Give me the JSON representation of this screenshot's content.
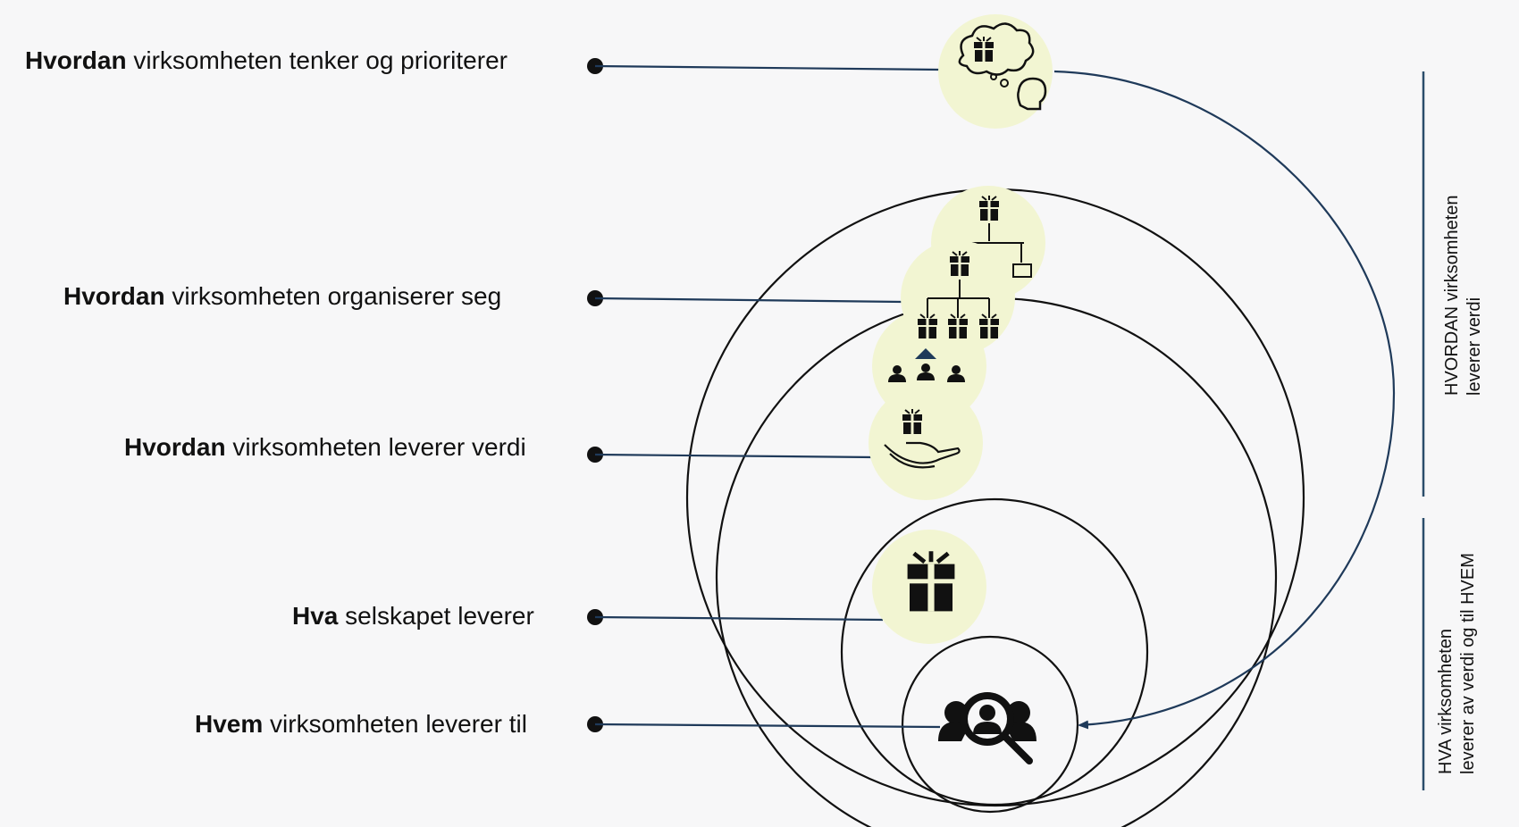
{
  "labels": {
    "thinks": {
      "bold": "Hvordan",
      "rest": " virksomheten tenker og prioriterer"
    },
    "organises": {
      "bold": "Hvordan",
      "rest": " virksomheten organiserer seg"
    },
    "delivers_value": {
      "bold": "Hvordan",
      "rest": " virksomheten leverer verdi"
    },
    "what": {
      "bold": "Hva",
      "rest": " selskapet leverer"
    },
    "whom": {
      "bold": "Hvem",
      "rest": " virksomheten leverer til"
    }
  },
  "side_labels": {
    "top": {
      "line1": "HVORDAN virksomheten",
      "line2": "leverer verdi"
    },
    "bottom": {
      "line1": "HVA virksomheten",
      "line2": "leverer av verdi og til HVEM"
    }
  },
  "colors": {
    "icon_bg": "#f2f5d2",
    "line": "#1f3a5a",
    "circle": "#111111",
    "divider": "#2b4d6b",
    "icon": "#111111"
  },
  "icons": [
    "thought-gift-icon",
    "org-chart-icon",
    "team-hierarchy-icon",
    "hand-gift-icon",
    "gift-icon",
    "customer-search-icon"
  ]
}
